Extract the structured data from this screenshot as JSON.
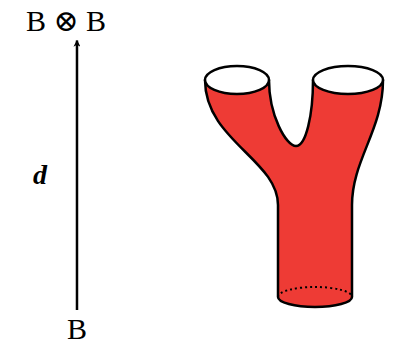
{
  "diagram": {
    "nodes": [
      {
        "text": [
          "B ⊗ B"
        ]
      },
      {
        "text": [
          "B"
        ]
      }
    ],
    "edges": [
      {
        "from": 1,
        "to": 0,
        "label": "d",
        "arrow": "to"
      }
    ]
  }
}
